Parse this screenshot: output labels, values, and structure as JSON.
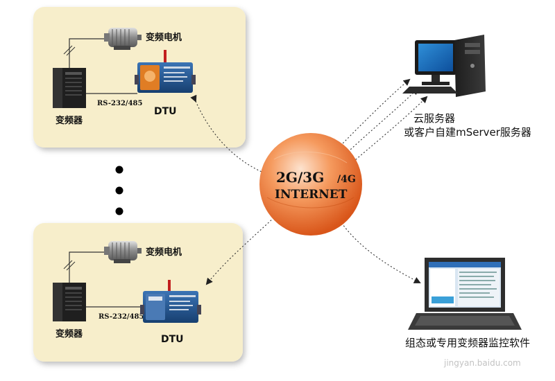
{
  "site_panels": [
    {
      "motor_label": "变频电机",
      "inverter_label": "变频器",
      "rs_label": "RS-232/485",
      "dtu_label": "DTU"
    },
    {
      "motor_label": "变频电机",
      "inverter_label": "变频器",
      "rs_label": "RS-232/485",
      "dtu_label": "DTU"
    }
  ],
  "network": {
    "gen_label": "2G/3G",
    "gen_4g_label": "/4G",
    "internet_label": "INTERNET"
  },
  "cloud_server": {
    "line1": "云服务器",
    "line2": "或客户自建mServer服务器"
  },
  "monitor_software": {
    "label": "组态或专用变频器监控软件"
  },
  "watermark": "jingyan.baidu.com",
  "colors": {
    "panel_bg": "#f7eecb",
    "globe": "#f07a32",
    "dtu_blue": "#1c4f8a"
  }
}
